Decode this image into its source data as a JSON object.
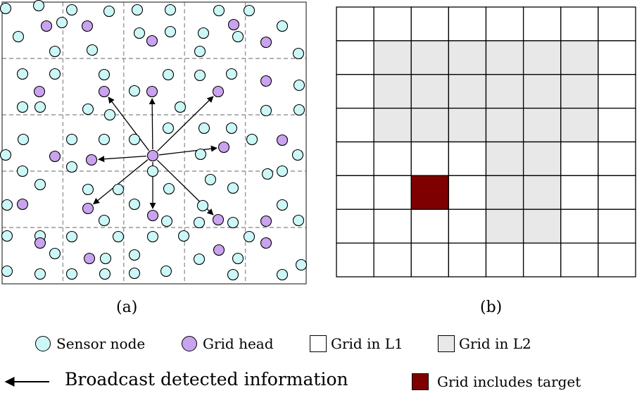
{
  "panels": {
    "a_label": "(a)",
    "b_label": "(b)"
  },
  "colors": {
    "sensor_node": "#ccf7f7",
    "grid_head": "#c9a3ef",
    "grid_l1": "#ffffff",
    "grid_l2": "#e8e8e8",
    "target": "#7f0000",
    "grid_dash": "#999999"
  },
  "grid_a": {
    "rows": 5,
    "cols": 5
  },
  "grid_b": {
    "rows": 8,
    "cols": 8,
    "l2_cells": [
      [
        1,
        1
      ],
      [
        1,
        2
      ],
      [
        1,
        3
      ],
      [
        1,
        4
      ],
      [
        1,
        5
      ],
      [
        1,
        6
      ],
      [
        2,
        1
      ],
      [
        2,
        2
      ],
      [
        2,
        3
      ],
      [
        2,
        4
      ],
      [
        2,
        5
      ],
      [
        2,
        6
      ],
      [
        3,
        1
      ],
      [
        3,
        2
      ],
      [
        3,
        3
      ],
      [
        3,
        4
      ],
      [
        3,
        5
      ],
      [
        3,
        6
      ],
      [
        4,
        4
      ],
      [
        4,
        5
      ],
      [
        5,
        4
      ],
      [
        5,
        5
      ],
      [
        6,
        4
      ],
      [
        6,
        5
      ]
    ],
    "target_cell": [
      5,
      2
    ]
  },
  "legend": {
    "sensor_node": "Sensor node",
    "grid_head": "Grid head",
    "grid_l1": "Grid in L1",
    "grid_l2": "Grid in L2",
    "broadcast": "Broadcast detected information",
    "target": "Grid includes target"
  }
}
